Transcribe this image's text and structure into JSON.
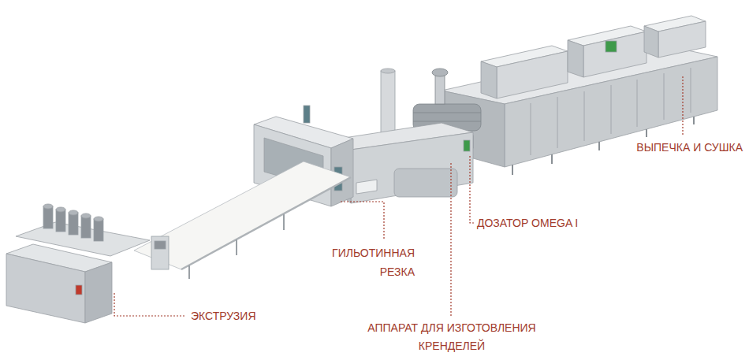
{
  "diagram": {
    "labels": [
      "ЭКСТРУЗИЯ",
      "ГИЛЬОТИННАЯ РЕЗКА",
      "АППАРАТ ДЛЯ ИЗГОТОВЛЕНИЯ КРЕНДЕЛЕЙ",
      "ДОЗАТОР OMEGA I",
      "ВЫПЕЧКА И СУШКА"
    ]
  }
}
